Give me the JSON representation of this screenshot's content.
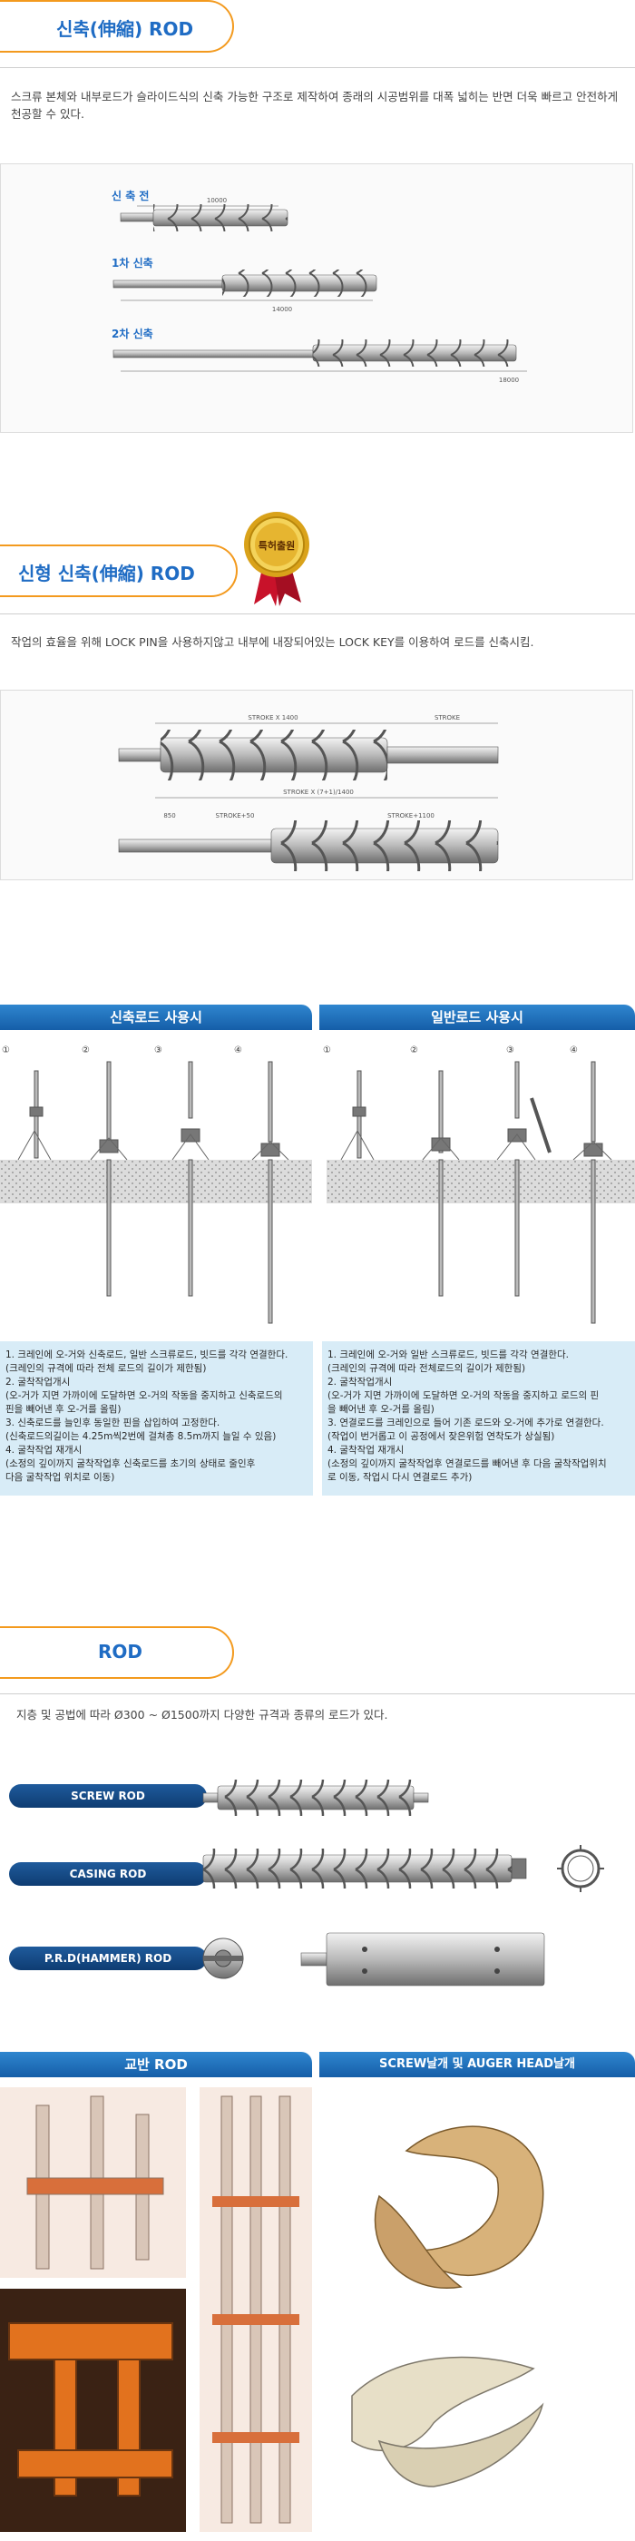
{
  "section1": {
    "title": "신축(伸縮) ROD",
    "desc": "스크류 본체와 내부로드가 슬라이드식의 신축 가능한 구조로 제작하여 종래의 시공범위를 대폭 넓히는 반면 더욱 빠르고 안전하게 천공할 수 있다.",
    "labels": [
      "신 축 전",
      "1차 신축",
      "2차 신축"
    ],
    "dims": [
      "10000",
      "14000",
      "18000"
    ]
  },
  "section2": {
    "title": "신형 신축(伸縮) ROD",
    "badge": "특허출원",
    "desc": "작업의 효율을 위해 LOCK PIN을 사용하지않고 내부에 내장되어있는 LOCK KEY를 이용하여 로드를 신축시킴.",
    "dims": [
      "STROKE X 1400",
      "STROKE",
      "STROKE X (7+1)/1400",
      "850",
      "STROKE+50",
      "STROKE+1100"
    ]
  },
  "section3": {
    "left_title": "신축로드 사용시",
    "right_title": "일반로드 사용시",
    "step_numbers": [
      "①",
      "②",
      "③",
      "④"
    ],
    "left_instructions": [
      "1. 크레인에 오-거와 신축로드, 일반 스크류로드, 빗드를 각각 연결한다.",
      "   (크레인의 규격에 따라 전체 로드의 길이가 제한됨)",
      "2. 굴착작업개시",
      "   (오-거가 지면 가까이에 도달하면 오-거의 작동을 중지하고 신축로드의",
      "   핀을 빼어낸 후 오-거를 올림)",
      "3. 신축로드를 늘인후 동일한 핀을 삽입하여 고정한다.",
      "   (신축로드의길이는 4.25m씩2번에 걸쳐총 8.5m까지 늘일 수 있음)",
      "4. 굴착작업 재개시",
      "   (소정의 깊이까지 굴착작업후 신축로드를 초기의 상태로 줄인후",
      "   다음 굴착작업 위치로 이동)"
    ],
    "right_instructions": [
      "1. 크레인에 오-거와 일반 스크류로드, 빗드를 각각 연결한다.",
      "   (크레인의 규격에 따라 전체로드의 길이가 제한됨)",
      "2. 굴착작업개시",
      "   (오-거가 지면 가까이에 도달하면 오-거의 작동을 중지하고 로드의 핀",
      "   을 빼어낸 후 오-거를 올림)",
      "3. 연결로드를 크레인으로 들어 기존 로드와 오-거에 추가로 연결한다.",
      "   (작업이 번거롭고 이 공정에서 잦은위험 연착도가 상실됨)",
      "4. 굴착작업 재개시",
      "   (소정의 깊이까지 굴착작업후 연결로드를 빼어낸 후 다음 굴착작업위치",
      "   로 이동, 작업시 다시 연결로드 추가)"
    ]
  },
  "section4": {
    "title": "ROD",
    "desc": "지층 및 공법에 따라 Ø300 ~ Ø1500까지 다양한 규격과 종류의 로드가 있다.",
    "items": [
      "SCREW ROD",
      "CASING ROD",
      "P.R.D(HAMMER) ROD"
    ]
  },
  "section5": {
    "left_title": "교반 ROD",
    "right_title": "SCREW날개 및 AUGER HEAD날개"
  },
  "colors": {
    "accent_orange": "#f39a1e",
    "brand_blue": "#1f6cc4",
    "bar_blue": "#155ea8",
    "navy_pill": "#0e3c72",
    "instruction_bg": "#d8ecf7"
  }
}
